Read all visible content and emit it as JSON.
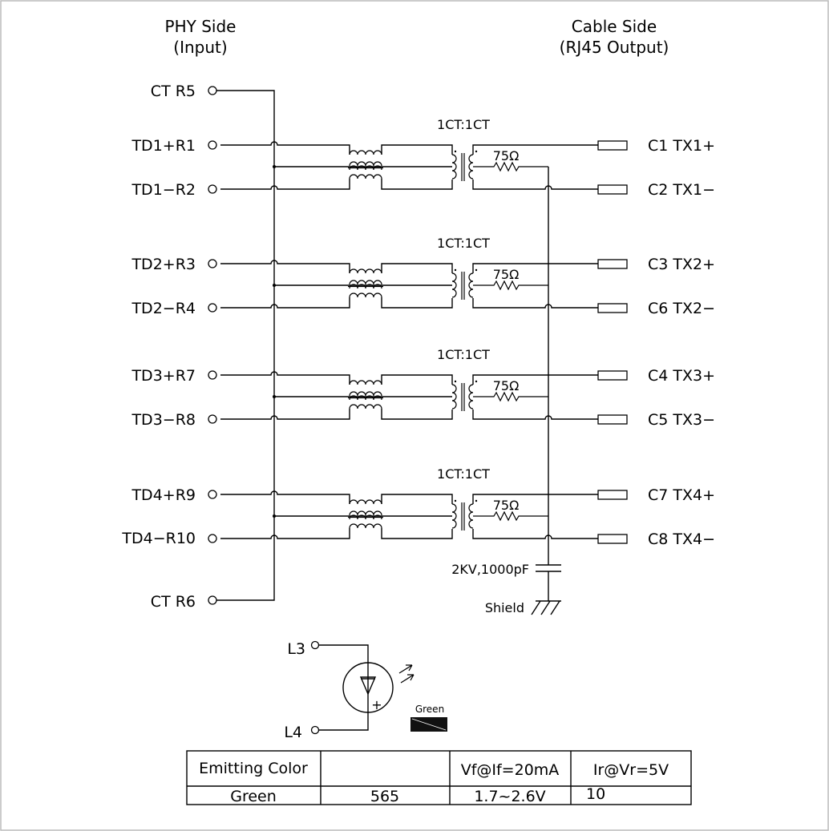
{
  "headers": {
    "phy_line1": "PHY Side",
    "phy_line2": "(Input)",
    "cable_line1": "Cable Side",
    "cable_line2": "(RJ45 Output)"
  },
  "phy_pins": [
    "CT R5",
    "TD1+R1",
    "TD1−R2",
    "TD2+R3",
    "TD2−R4",
    "TD3+R7",
    "TD3−R8",
    "TD4+R9",
    "TD4−R10",
    "CT R6"
  ],
  "channels": [
    {
      "ratio": "1CT:1CT",
      "resistor": "75Ω",
      "out_plus": "C1  TX1+",
      "out_minus": "C2  TX1−"
    },
    {
      "ratio": "1CT:1CT",
      "resistor": "75Ω",
      "out_plus": "C3  TX2+",
      "out_minus": "C6  TX2−"
    },
    {
      "ratio": "1CT:1CT",
      "resistor": "75Ω",
      "out_plus": "C4  TX3+",
      "out_minus": "C5  TX3−"
    },
    {
      "ratio": "1CT:1CT",
      "resistor": "75Ω",
      "out_plus": "C7  TX4+",
      "out_minus": "C8  TX4−"
    }
  ],
  "capacitor_label": "2KV,1000pF",
  "shield_label": "Shield",
  "led": {
    "pin_top": "L3",
    "pin_bottom": "L4",
    "plus_sign": "+",
    "color_label": "Green"
  },
  "table": {
    "headers": [
      "Emitting Color",
      "",
      "Vf@If=20mA",
      "Ir@Vr=5V"
    ],
    "row": [
      "Green",
      "565",
      "1.7~2.6V",
      "10"
    ]
  }
}
